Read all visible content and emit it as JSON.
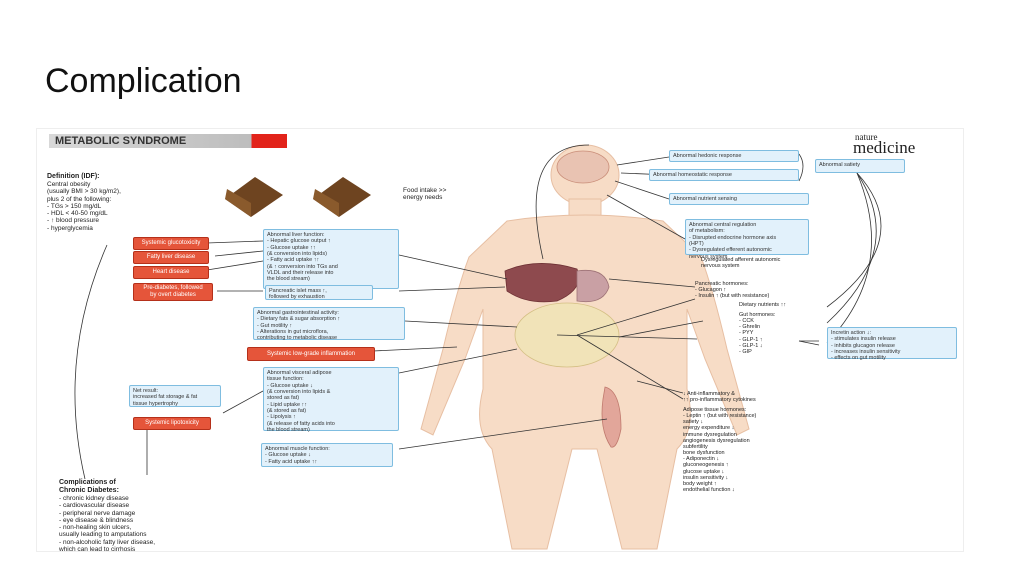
{
  "slide": {
    "title": "Complication"
  },
  "figure": {
    "banner": "METABOLIC SYNDROME",
    "logo": {
      "line1": "nature",
      "line2": "medicine"
    },
    "definition": {
      "heading": "Definition (IDF):",
      "body": "Central obesity\n(usually BMI > 30 kg/m2),\nplus 2 of the following:\n- TGs > 150 mg/dL\n- HDL < 40-50 mg/dL\n- ↑ blood pressure\n- hyperglycemia"
    },
    "food_intake": "Food intake >>\nenergy needs",
    "red_boxes": {
      "systemic_glucotoxicity": "Systemic glucotoxicity",
      "fatty_liver": "Fatty liver disease",
      "heart_disease": "Heart disease",
      "prediabetes": "Pre-diabetes, followed\nby overt diabetes",
      "inflammation": "Systemic low-grade inflammation",
      "lipotoxicity": "Systemic lipotoxicity"
    },
    "blue_boxes": {
      "liver": "Abnormal liver function:\n- Hepatic glucose output ↑\n- Glucose uptake ↑↑\n(& conversion into lipids)\n- Fatty acid uptake ↑↑\n(& ↑ conversion into TGs and\nVLDL and their release into\nthe blood stream)",
      "pancreatic_islet": "Pancreatic islet mass ↑,\nfollowed by exhaustion",
      "gastrointestinal": "Abnormal gastrointestinal activity:\n- Dietary fats & sugar absorption ↑\n- Gut motility ↑\n- Alterations in gut microflora,\ncontributing to metabolic disease",
      "visceral_adipose": "Abnormal visceral adipose\ntissue function:\n- Glucose uptake ↓\n(& conversion into lipids &\nstored as fat)\n- Lipid uptake ↑↑\n(& stored as fat)\n- Lipolysis ↑\n(& release of fatty acids into\nthe blood stream)",
      "net_result": "Net result:\nincreased fat storage & fat\ntissue hypertrophy",
      "muscle": "Abnormal muscle function:\n- Glucose uptake ↓\n- Fatty acid uptake ↑↑",
      "hedonic": "Abnormal hedonic response",
      "homeostatic": "Abnormal homeostatic response",
      "satiety": "Abnormal satiety",
      "nutrient_sensing": "Abnormal nutrient sensing",
      "central_regulation": "Abnormal central regulation\nof metabolism:\n- Disrupted endocrine hormone axis\n(HPT)\n- Dysregulated efferent autonomic\nnervous system",
      "incretin": "Incretin action ↓:\n- stimulates insulin release\n- inhibits glucagon release\n- increases insulin sensitivity\n- effects on gut motility"
    },
    "right_labels": {
      "autonomic": "Dysregulated afferent autonomic\nnervous system",
      "pancreatic_hormones": "Pancreatic hormones:\n- Glucagon ↑\n- Insulin ↑ (but with resistance)",
      "dietary_nutrients": "Dietary nutrients ↑↑",
      "gut_hormones": "Gut hormones:\n- CCK\n- Ghrelin\n- PYY\n- GLP-1 ↑\n- GLP-1 ↓\n- GIP",
      "cytokines": "↓ Anti-inflammatory &\n↑↑ pro-inflammatory cytokines",
      "adipose_hormones": "Adipose tissue hormones:\n- Leptin ↑ (but with resistance)\nsatiety ↓\nenergy expenditure ↓\nimmune dysregulation\nangiogenesis dysregulation\nsubfertility\nbone dysfunction\n- Adiponectin ↓\ngluconeogenesis ↑\nglucose uptake ↓\ninsulin sensitivity ↓\nbody weight ↑\nendothelial function ↓"
    },
    "complications": {
      "heading": "Complications of\nChronic Diabetes:",
      "body": "- chronic kidney disease\n- cardiovascular disease\n- peripheral nerve damage\n- eye disease & blindness\n- non-healing skin ulcers,\nusually leading to amputations\n- non-alcoholic fatty liver disease,\nwhich can lead to cirrhosis"
    }
  }
}
